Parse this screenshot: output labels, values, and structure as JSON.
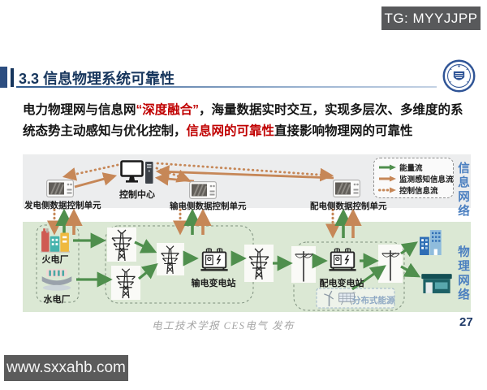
{
  "badge": {
    "text": "TG: MYYJJPP"
  },
  "header": {
    "title": "3.3 信息物理系统可靠性"
  },
  "paragraph": {
    "l1a": "电力物理网与信息网",
    "l1b_red": "“深度融合”",
    "l1c": "，海量数据实时交互，实现多层次、多维度的系",
    "l2a": "统态势主动感知与优化控制，",
    "l2b_red": "信息网的可靠性",
    "l2c": "直接影响物理网的可靠性"
  },
  "diagram": {
    "info_zone": {
      "control_center": "控制中心",
      "units": {
        "gen": "发电侧数据控制单元",
        "trans": "输电侧数据控制单元",
        "dist": "配电侧数据控制单元"
      },
      "legend": {
        "energy": "能量流",
        "monitor": "监测感知信息流",
        "control": "控制信息流"
      },
      "label": "信息网络"
    },
    "physical_zone": {
      "thermal": "火电厂",
      "hydro": "水电厂",
      "trans_substation": "输电变电站",
      "dist_substation": "配电变电站",
      "der": "分布式能源",
      "label": "物理网络"
    },
    "colors": {
      "energy_flow_green": "#4f8f4d",
      "info_flow_orange": "#c68757",
      "info_zone_bg": "#ecedee",
      "physical_zone_bg": "#dbe8d4",
      "zone_label_blue": "#4b7fc0"
    }
  },
  "footer": {
    "caption": "电工技术学报 CES电气 发布",
    "page": "27"
  },
  "watermark": {
    "text": "www.sxxahb.com"
  }
}
